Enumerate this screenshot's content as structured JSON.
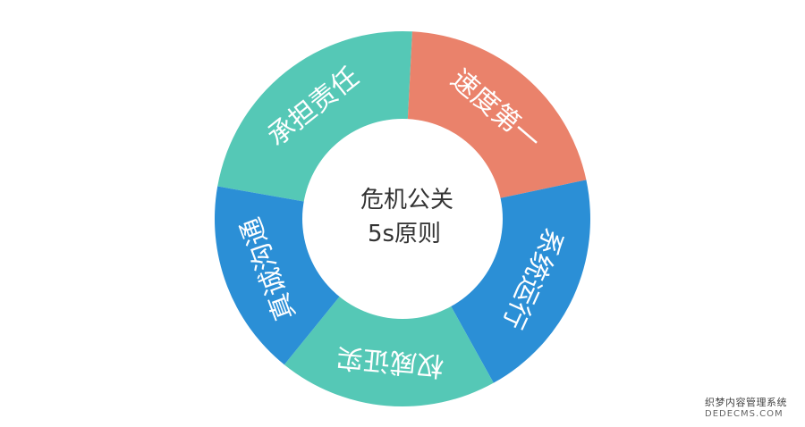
{
  "center": {
    "line1": "危机公关",
    "line2": "5s原则"
  },
  "segments": [
    {
      "label": "承担责任",
      "color": "#55c8b6"
    },
    {
      "label": "速度第一",
      "color": "#ea826b"
    },
    {
      "label": "系统运行",
      "color": "#2b8fd6"
    },
    {
      "label": "权威证实",
      "color": "#55c8b6"
    },
    {
      "label": "真诚沟通",
      "color": "#2b8fd6"
    }
  ],
  "watermark": {
    "cn": "织梦内容管理系统",
    "en": "DEDECMS.COM"
  }
}
